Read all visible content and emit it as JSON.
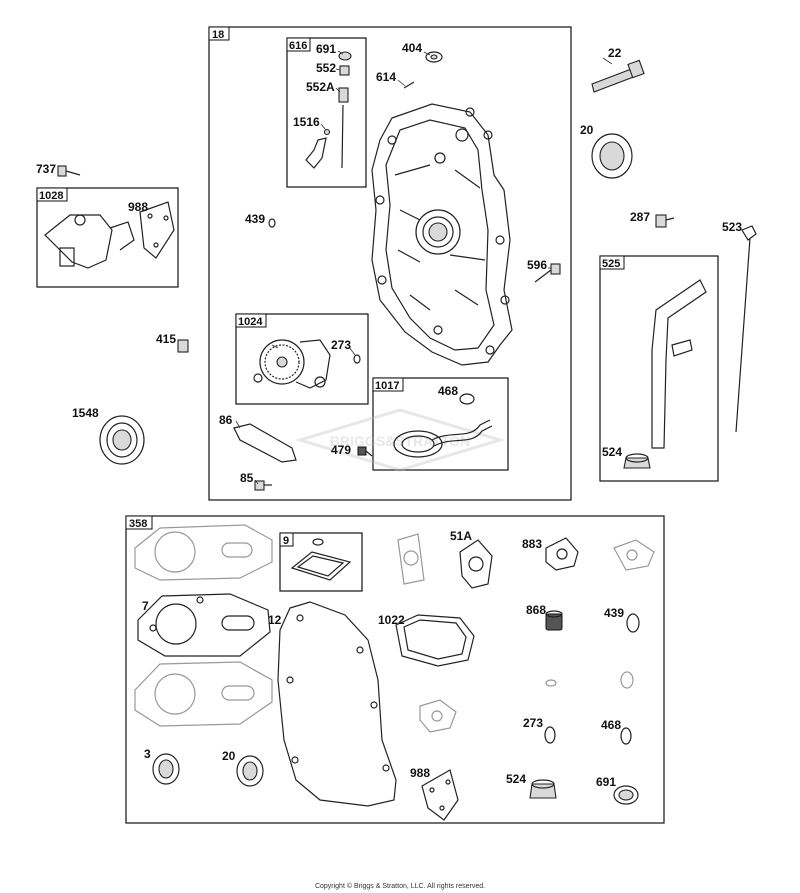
{
  "groups": [
    {
      "id": "18"
    },
    {
      "id": "616"
    },
    {
      "id": "1028"
    },
    {
      "id": "1024"
    },
    {
      "id": "1017"
    },
    {
      "id": "525"
    },
    {
      "id": "358"
    },
    {
      "id": "9"
    }
  ],
  "labels": [
    "691",
    "552",
    "552A",
    "1516",
    "404",
    "614",
    "22",
    "20",
    "737",
    "988",
    "287",
    "523",
    "439",
    "596",
    "415",
    "273",
    "468",
    "1548",
    "86",
    "479",
    "85",
    "524",
    "51A",
    "883",
    "7",
    "12",
    "1022",
    "868",
    "439",
    "273",
    "468",
    "3",
    "20",
    "988",
    "524",
    "691"
  ],
  "watermark": "BRIGGS&STRATTON",
  "copyright": "Copyright © Briggs & Stratton, LLC. All rights reserved."
}
